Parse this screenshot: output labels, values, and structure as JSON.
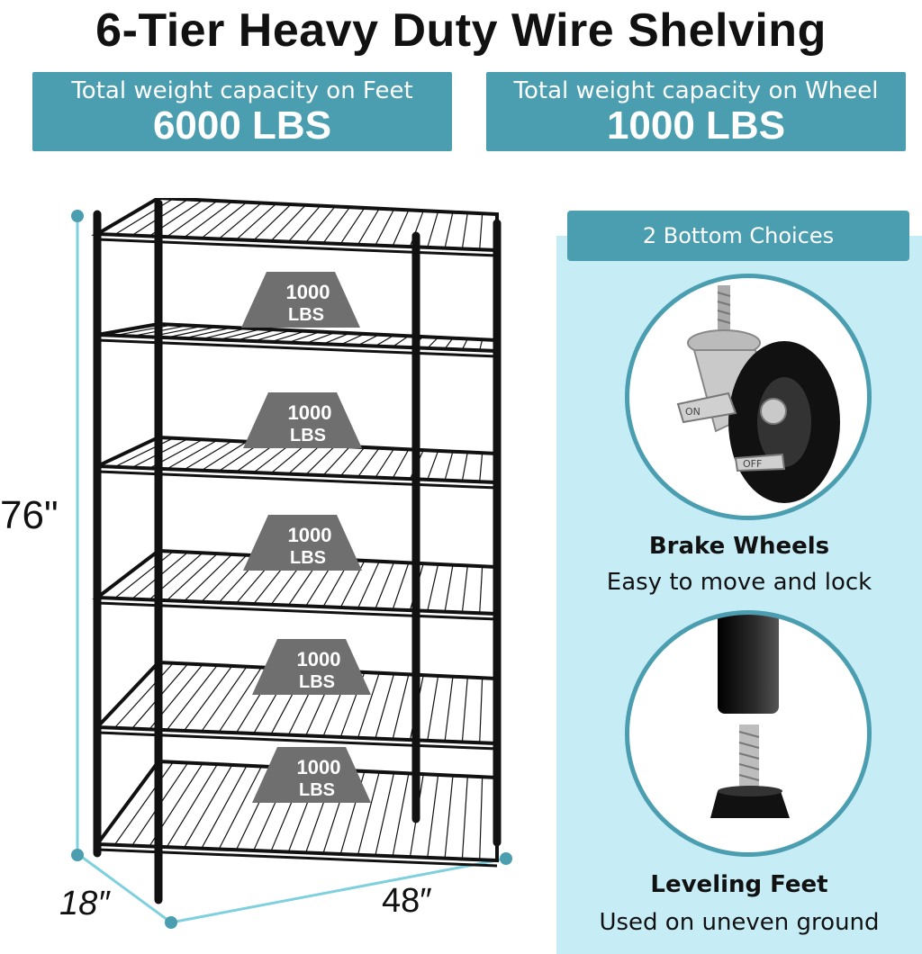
{
  "title": "6-Tier Heavy Duty Wire Shelving",
  "capacity_feet": {
    "label": "Total weight capacity on Feet",
    "value": "6000 LBS"
  },
  "capacity_wheel": {
    "label": "Total weight capacity on Wheel",
    "value": "1000 LBS"
  },
  "bottom_choices": "2 Bottom Choices",
  "brake": {
    "title": "Brake Wheels",
    "subtitle": "Easy to move and lock",
    "on": "ON",
    "off": "OFF"
  },
  "leveling": {
    "title": "Leveling Feet",
    "subtitle": "Used on uneven ground"
  },
  "dimensions": {
    "height": "76\"",
    "depth": "18″",
    "width": "48″"
  },
  "shelf_weights": [
    {
      "value": "1000",
      "unit": "LBS"
    },
    {
      "value": "1000",
      "unit": "LBS"
    },
    {
      "value": "1000",
      "unit": "LBS"
    },
    {
      "value": "1000",
      "unit": "LBS"
    },
    {
      "value": "1000",
      "unit": "LBS"
    }
  ],
  "colors": {
    "accent": "#4a9eb0",
    "panel": "#c6ecf6",
    "weight": "#6f6f6f"
  }
}
